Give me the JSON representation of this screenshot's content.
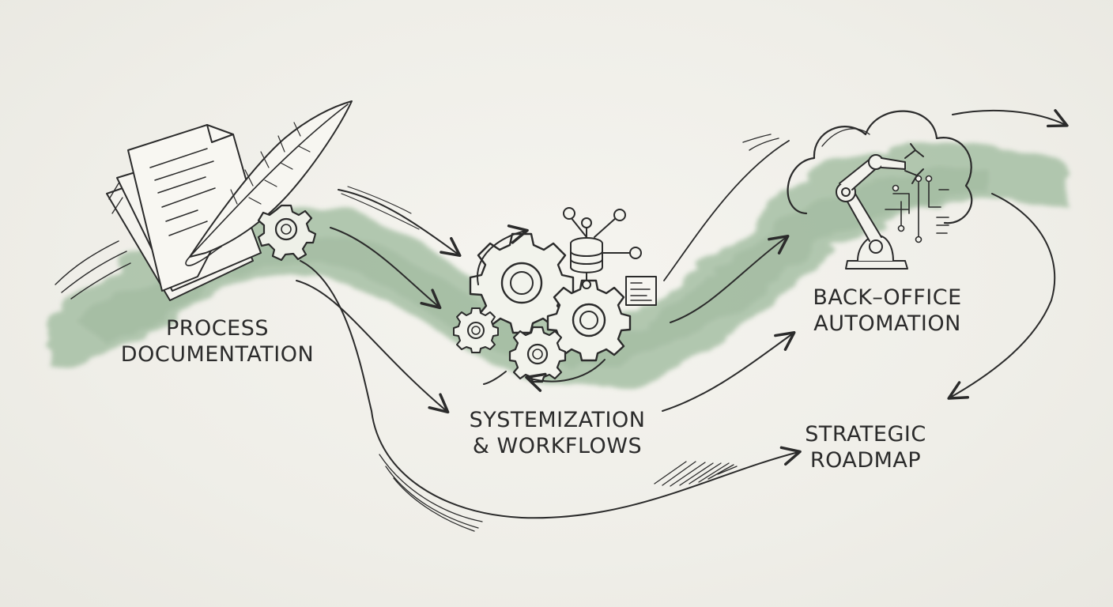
{
  "stages": [
    {
      "id": "process-documentation",
      "line1": "PROCESS",
      "line2": "DOCUMENTATION"
    },
    {
      "id": "systemization-workflows",
      "line1": "SYSTEMIZATION",
      "line2": "& WORKFLOWS"
    },
    {
      "id": "back-office-automation",
      "line1": "BACK–OFFICE",
      "line2": "AUTOMATION"
    },
    {
      "id": "strategic-roadmap",
      "line1": "STRATEGIC",
      "line2": "ROADMAP"
    }
  ],
  "icons": {
    "documentation": [
      "document-stack-icon",
      "quill-pen-icon",
      "gear-icon"
    ],
    "systemization": [
      "gears-cluster-icon",
      "database-icon",
      "network-nodes-icon",
      "form-icon",
      "cycle-arrows-icon"
    ],
    "automation": [
      "cloud-icon",
      "robotic-arm-icon",
      "circuit-icon"
    ]
  },
  "colors": {
    "background": "#f1f0ea",
    "ink": "#2b2b2b",
    "watercolor_green": "#8fb08f"
  }
}
